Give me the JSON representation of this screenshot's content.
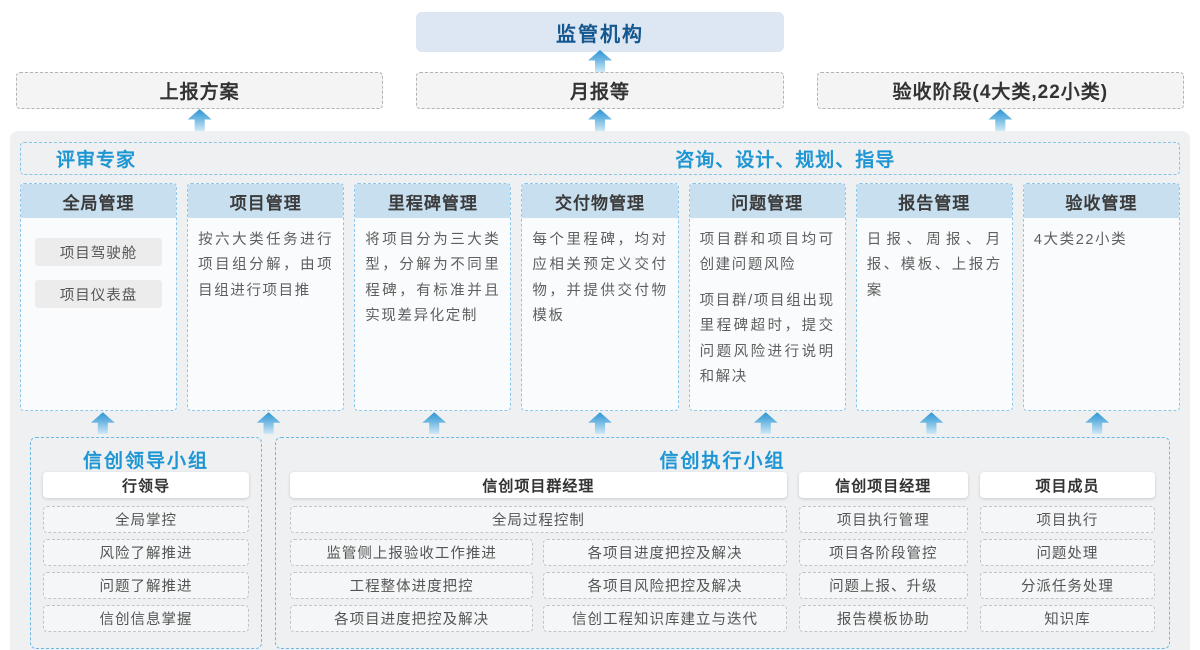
{
  "top": {
    "regulator_label": "监管机构",
    "outputs": [
      {
        "label": "上报方案"
      },
      {
        "label": "月报等"
      },
      {
        "label": "验收阶段(4大类,22小类)"
      }
    ]
  },
  "strip": {
    "left_title": "评审专家",
    "right_title": "咨询、设计、规划、指导"
  },
  "columns": [
    {
      "header": "全局管理",
      "item1": "项目驾驶舱",
      "item2": "项目仪表盘"
    },
    {
      "header": "项目管理",
      "p1": "按六大类任务进行项目组分解，由项目组进行项目推",
      "p2": ""
    },
    {
      "header": "里程碑管理",
      "p1": "将项目分为三大类型，分解为不同里程碑，有标准并且实现差异化定制",
      "p2": ""
    },
    {
      "header": "交付物管理",
      "p1": "每个里程碑，均对应相关预定义交付物，并提供交付物模板",
      "p2": ""
    },
    {
      "header": "问题管理",
      "p1": "项目群和项目均可创建问题风险",
      "p2": "项目群/项目组出现里程碑超时，提交问题风险进行说明和解决"
    },
    {
      "header": "报告管理",
      "p1": "日报、周报、月报、模板、上报方案",
      "p2": ""
    },
    {
      "header": "验收管理",
      "p1": "4大类22小类",
      "p2": ""
    }
  ],
  "groups": {
    "leader": {
      "title": "信创领导小组",
      "role": "行领导",
      "items": [
        "全局掌控",
        "风险了解推进",
        "问题了解推进",
        "信创信息掌握"
      ]
    },
    "executive": {
      "title": "信创执行小组",
      "program_manager": {
        "role": "信创项目群经理",
        "full_item": "全局过程控制",
        "left_items": [
          "监管侧上报验收工作推进",
          "工程整体进度把控",
          "各项目进度把控及解决"
        ],
        "right_items": [
          "各项目进度把控及解决",
          "各项目风险把控及解决",
          "信创工程知识库建立与迭代"
        ]
      },
      "project_manager": {
        "role": "信创项目经理",
        "items": [
          "项目执行管理",
          "项目各阶段管控",
          "问题上报、升级",
          "报告模板协助"
        ]
      },
      "member": {
        "role": "项目成员",
        "items": [
          "项目执行",
          "问题处理",
          "分派任务处理",
          "知识库"
        ]
      }
    }
  },
  "colors": {
    "accent_blue": "#1e96d3",
    "regulator_bg": "#dce7f3",
    "regulator_text": "#15578f",
    "column_header_bg": "#c8dff0",
    "container_bg": "#eef0f2",
    "dashed_blue_border": "#8cc6e9",
    "arrow_gradient_top": "#2d95d3",
    "arrow_gradient_bottom": "#cfe8f6"
  }
}
